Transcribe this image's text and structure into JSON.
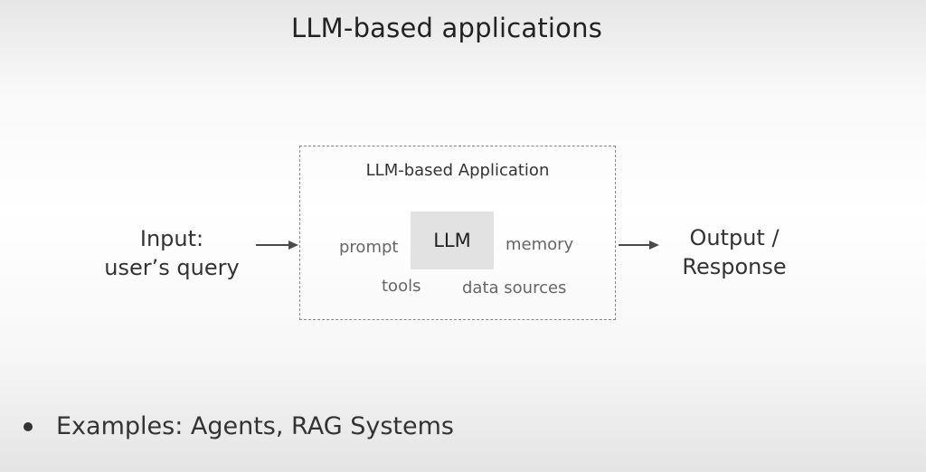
{
  "slide": {
    "title": "LLM-based applications"
  },
  "diagram": {
    "input": {
      "line1": "Input:",
      "line2": "user’s query"
    },
    "application": {
      "title": "LLM-based Application",
      "core": "LLM",
      "components": {
        "prompt": "prompt",
        "memory": "memory",
        "tools": "tools",
        "data_sources": "data sources"
      }
    },
    "output": {
      "line1": "Output /",
      "line2": "Response"
    },
    "arrow_color": "#4a4a4a",
    "box_border_color": "#8a8a8a",
    "llm_fill_color": "#e2e2e2"
  },
  "bullets": [
    {
      "icon": "bullet-dot",
      "text": "Examples: Agents, RAG Systems"
    }
  ]
}
